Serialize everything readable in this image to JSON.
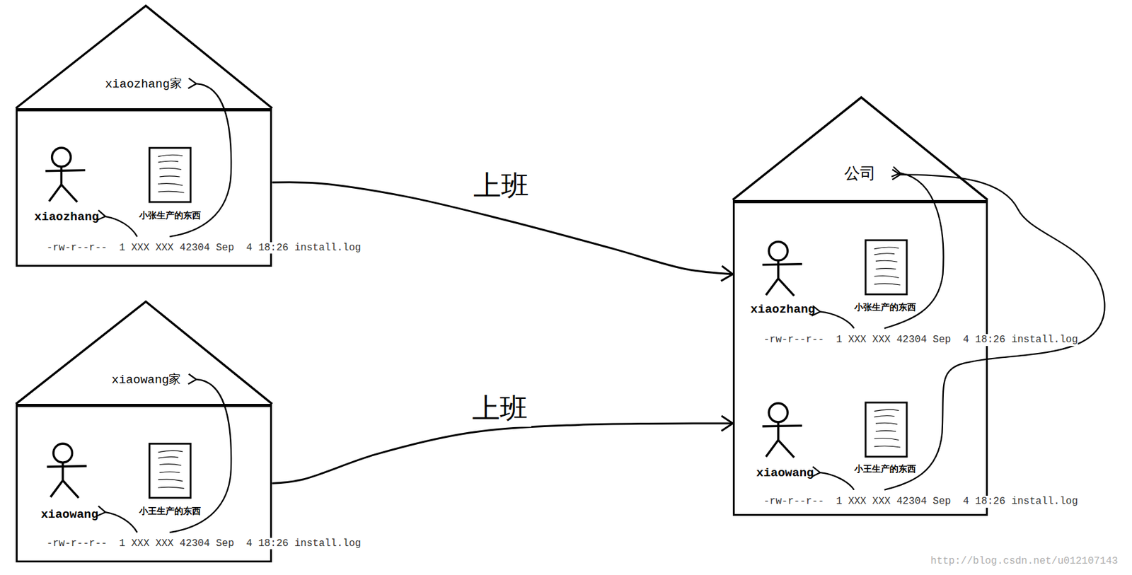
{
  "diagram": {
    "nodes": [
      {
        "text": [
          "xiaozhang家",
          "xiaozhang",
          "小张生产的东西",
          "-rw-r--r--  1 XXX XXX 42304 Sep  4 18:26 install.log"
        ]
      },
      {
        "text": [
          "xiaowang家",
          "xiaowang",
          "小王生产的东西",
          "-rw-r--r--  1 XXX XXX 42304 Sep  4 18:26 install.log"
        ]
      },
      {
        "text": [
          "公司",
          "xiaozhang",
          "小张生产的东西",
          "-rw-r--r--  1 XXX XXX 42304 Sep  4 18:26 install.log",
          "xiaowang",
          "小王生产的东西",
          "-rw-r--r--  1 XXX XXX 42304 Sep  4 18:26 install.log"
        ]
      }
    ],
    "edges": [
      {
        "from": 0,
        "to": 2,
        "arrow": "to",
        "label": "上班"
      },
      {
        "from": 1,
        "to": 2,
        "arrow": "to",
        "label": "上班"
      }
    ],
    "labels": [
      "http://blog.csdn.net/u012107143"
    ]
  }
}
